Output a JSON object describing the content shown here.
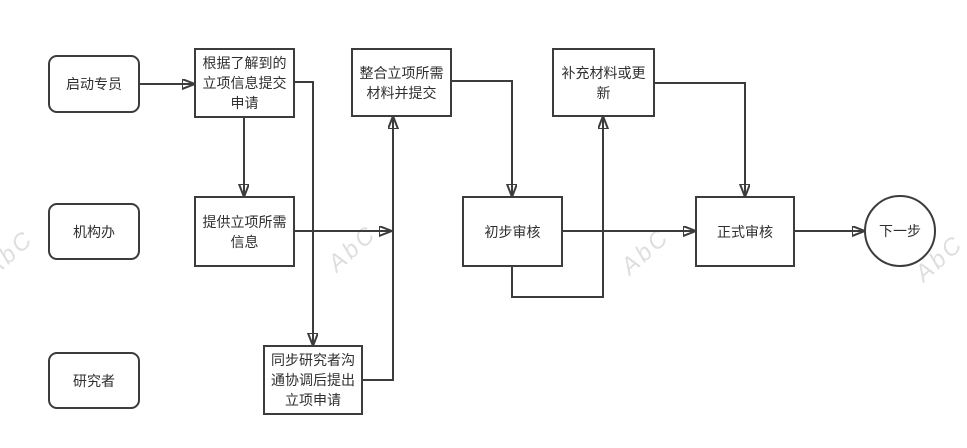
{
  "watermark": {
    "text": "AbC"
  },
  "colors": {
    "line": "#3c3c3c",
    "text": "#2f2f2f",
    "background": "#ffffff"
  },
  "nodes": {
    "qidong": {
      "label": "启动专员",
      "type": "role"
    },
    "jigou": {
      "label": "机构办",
      "type": "role"
    },
    "yanjiu": {
      "label": "研究者",
      "type": "role"
    },
    "genju": {
      "label": "根据了解到的立项信息提交申请",
      "type": "process"
    },
    "tigong": {
      "label": "提供立项所需信息",
      "type": "process"
    },
    "tongbu": {
      "label": "同步研究者沟通协调后提出立项申请",
      "type": "process"
    },
    "zhenghe": {
      "label": "整合立项所需材料并提交",
      "type": "process"
    },
    "buchong": {
      "label": "补充材料或更新",
      "type": "process"
    },
    "chubu": {
      "label": "初步审核",
      "type": "process"
    },
    "zhengshi": {
      "label": "正式审核",
      "type": "process"
    },
    "next": {
      "label": "下一步",
      "type": "terminal"
    }
  },
  "edges": [
    {
      "from": "qidong",
      "to": "genju"
    },
    {
      "from": "genju",
      "to": "tigong"
    },
    {
      "from": "genju",
      "to": "tongbu"
    },
    {
      "from": "tigong",
      "to": "zhenghe"
    },
    {
      "from": "tongbu",
      "to": "zhenghe"
    },
    {
      "from": "zhenghe",
      "to": "chubu"
    },
    {
      "from": "chubu",
      "to": "buchong"
    },
    {
      "from": "buchong",
      "to": "zhengshi"
    },
    {
      "from": "chubu",
      "to": "zhengshi"
    },
    {
      "from": "zhengshi",
      "to": "next"
    }
  ]
}
